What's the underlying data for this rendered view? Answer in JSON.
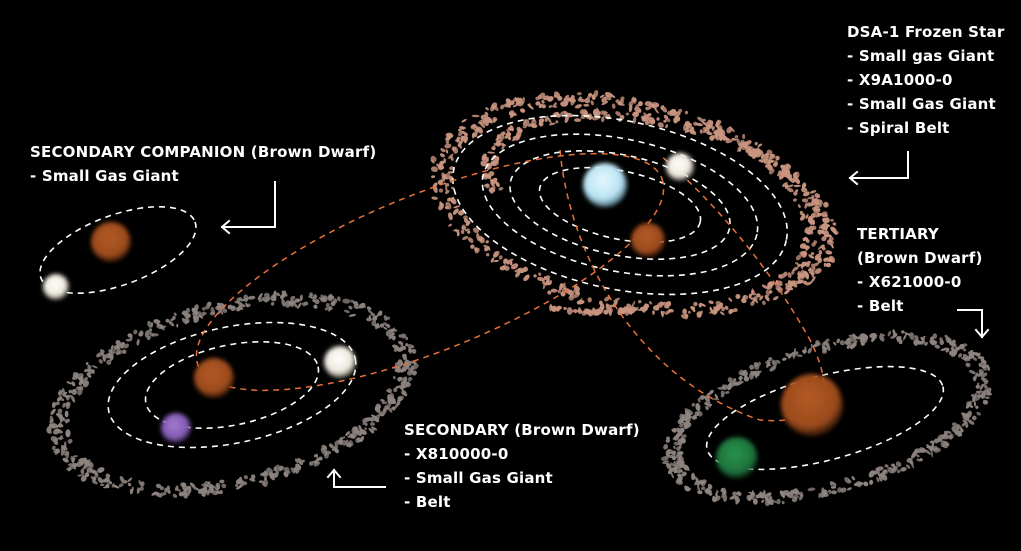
{
  "labels": {
    "primary": {
      "title": "DSA-1 Frozen Star",
      "lines": [
        "- Small gas Giant",
        "- X9A1000-0",
        "- Small Gas Giant",
        "- Spiral Belt"
      ]
    },
    "companion": {
      "title": "SECONDARY COMPANION (Brown Dwarf)",
      "lines": [
        "- Small Gas Giant"
      ]
    },
    "tertiary": {
      "title": "TERTIARY",
      "lines": [
        "(Brown Dwarf)",
        "- X621000-0",
        "- Belt"
      ]
    },
    "secondary": {
      "title": "SECONDARY (Brown Dwarf)",
      "lines": [
        "- X810000-0",
        "- Small Gas Giant",
        "- Belt"
      ]
    }
  },
  "colors": {
    "background": "#000000",
    "text": "#ffffff",
    "orbit": "#ffffff",
    "trajectory": "#e8713a",
    "belt_primary": "#c99580",
    "belt_secondary": "#8e8480",
    "star_primary": "#bfe8f5",
    "brown_dwarf": "#a0501f",
    "planet_white": "#f2efe6",
    "planet_purple": "#8a62b8",
    "planet_green": "#1f7a3e"
  }
}
